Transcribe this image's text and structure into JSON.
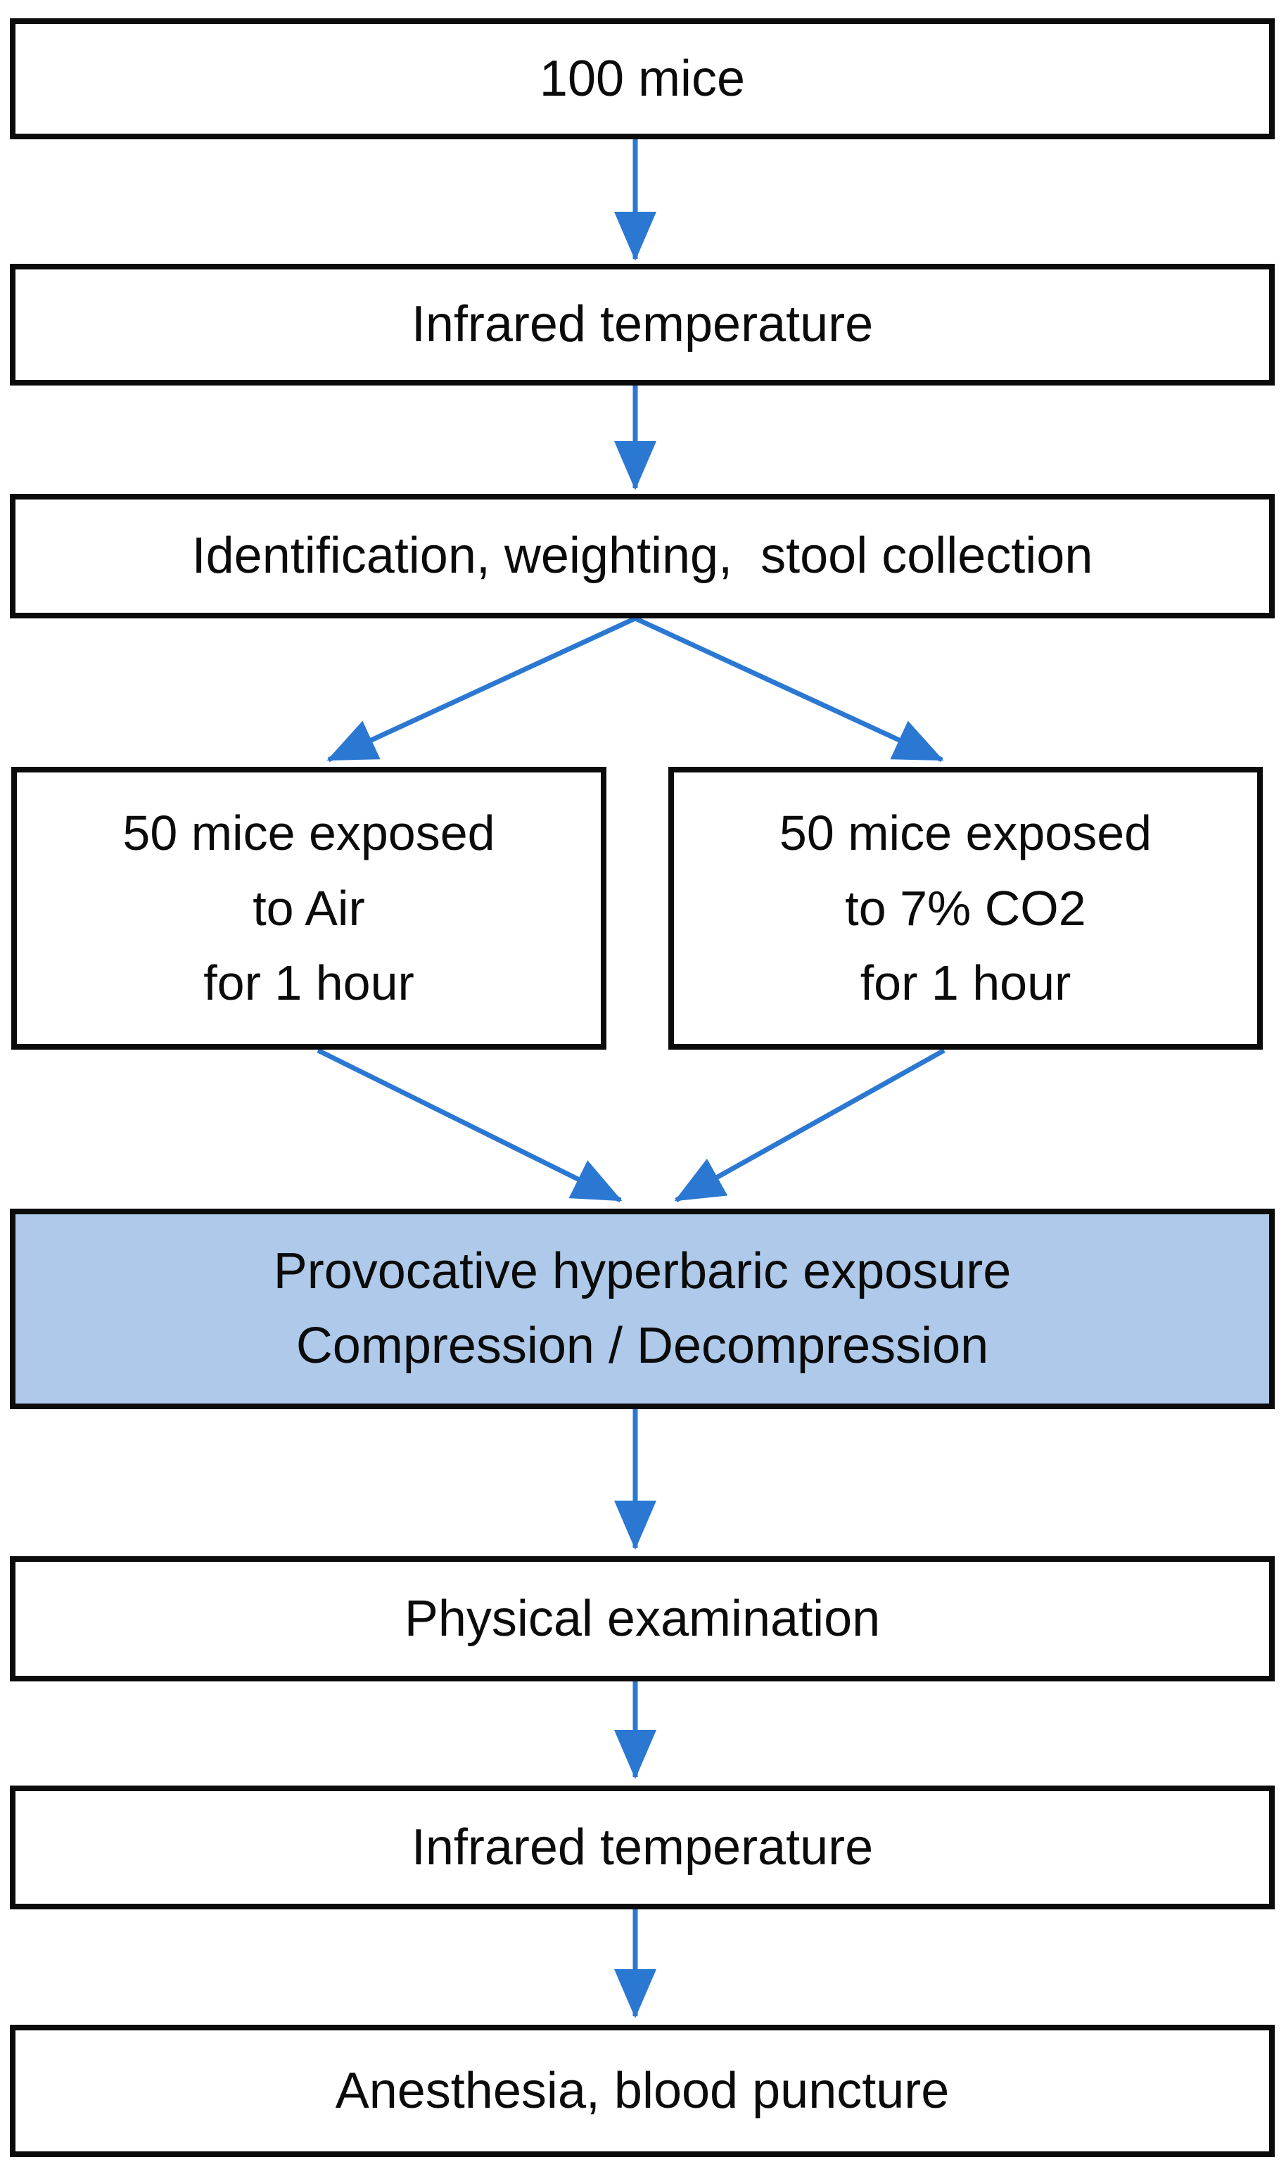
{
  "colors": {
    "arrow": "#2B78D2",
    "highlight": "#AEC9E9",
    "border": "#0B0B0B",
    "ink": "#0B0B0B",
    "background": "#FFFFFF"
  },
  "flow": {
    "nodes": [
      {
        "id": "mice-100",
        "label": "100 mice"
      },
      {
        "id": "infrared-temperature-1",
        "label": "Infrared temperature"
      },
      {
        "id": "identification",
        "label": "Identification, weighting,  stool collection"
      },
      {
        "id": "air-group",
        "lines": [
          "50 mice exposed",
          "to Air",
          "for 1 hour"
        ]
      },
      {
        "id": "co2-group",
        "lines": [
          "50 mice exposed",
          "to 7% CO2",
          "for 1 hour"
        ]
      },
      {
        "id": "hyperbaric-exposure",
        "lines": [
          "Provocative hyperbaric exposure",
          "Compression / Decompression"
        ],
        "highlighted": true
      },
      {
        "id": "physical-examination",
        "label": "Physical examination"
      },
      {
        "id": "infrared-temperature-2",
        "label": "Infrared temperature"
      },
      {
        "id": "anesthesia",
        "label": "Anesthesia, blood puncture"
      }
    ],
    "edges": [
      {
        "from": "mice-100",
        "to": "infrared-temperature-1"
      },
      {
        "from": "infrared-temperature-1",
        "to": "identification"
      },
      {
        "from": "identification",
        "to": "air-group"
      },
      {
        "from": "identification",
        "to": "co2-group"
      },
      {
        "from": "air-group",
        "to": "hyperbaric-exposure"
      },
      {
        "from": "co2-group",
        "to": "hyperbaric-exposure"
      },
      {
        "from": "hyperbaric-exposure",
        "to": "physical-examination"
      },
      {
        "from": "physical-examination",
        "to": "infrared-temperature-2"
      },
      {
        "from": "infrared-temperature-2",
        "to": "anesthesia"
      }
    ]
  }
}
